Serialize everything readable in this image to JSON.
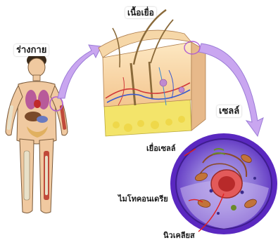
{
  "labels": {
    "body": "ร่างกาย",
    "tissue": "เนื้อเยื่อ",
    "cell": "เซลล์",
    "cell_membrane": "เยื่อเซลล์",
    "mitochondria": "ไมโทคอนเดรีย",
    "nucleus": "นิวเคลียส"
  },
  "colors": {
    "arrow": "#c9a6f0",
    "arrow_outline": "#9b7cd6",
    "cell_outer": "#6a2fc9",
    "cell_inner": "#3f1d8f",
    "nucleus": "#d23f3f",
    "skin": "#f0c9a0",
    "fat": "#f3e46a"
  },
  "icons": {
    "human_figure": "human-body-icon",
    "tissue_block": "skin-tissue-icon",
    "cell": "animal-cell-icon"
  }
}
